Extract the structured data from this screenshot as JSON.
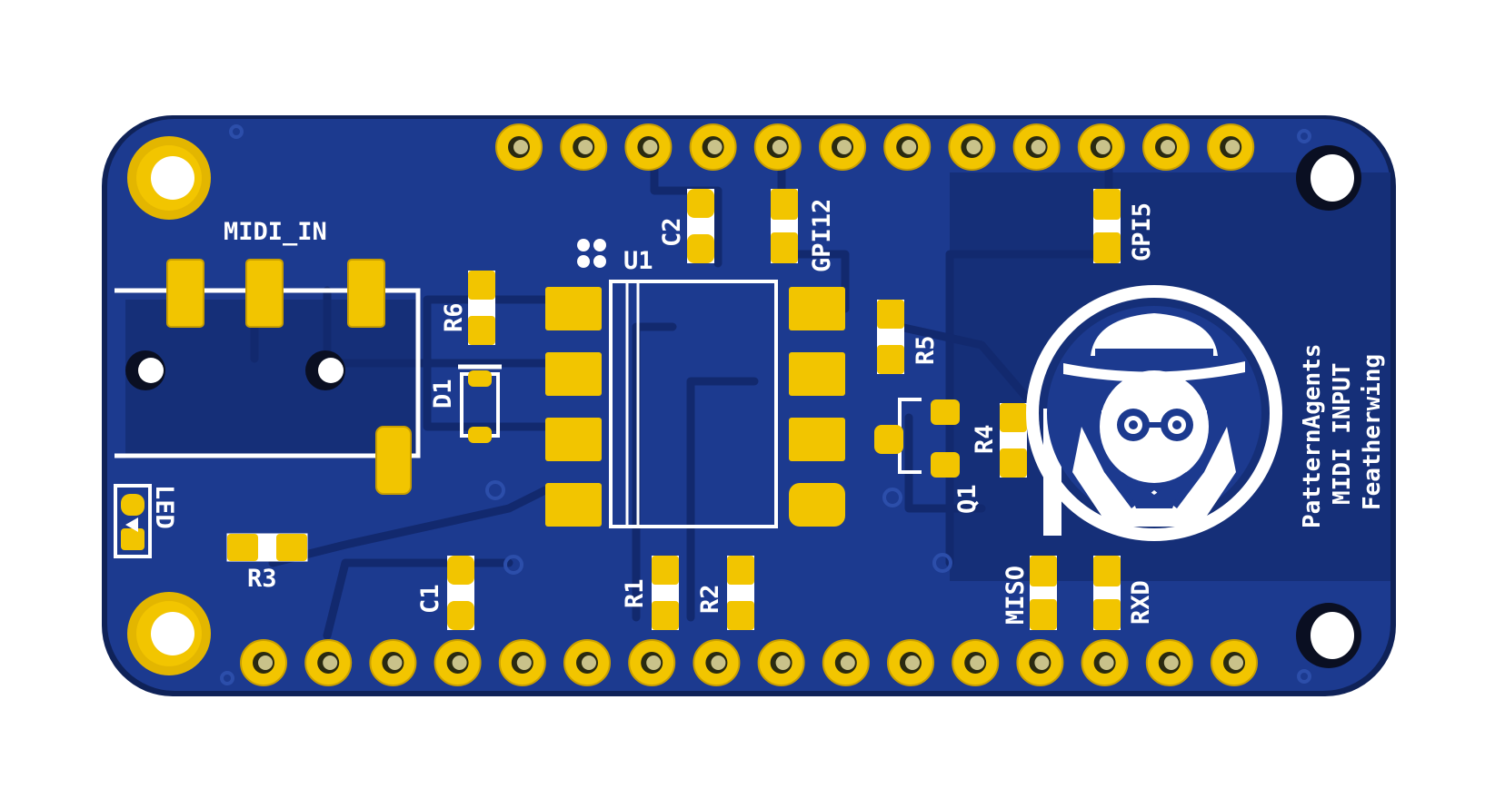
{
  "board": {
    "colors": {
      "substrate": "#1c3a8f",
      "copper_pour": "#152f78",
      "edge": "#0f2258",
      "pad": "#f2c500",
      "pad_dark": "#c99f00",
      "silk": "#ffffff"
    },
    "labels": {
      "midi_in": "MIDI_IN",
      "u1": "U1",
      "c1": "C1",
      "c2": "C2",
      "r1": "R1",
      "r2": "R2",
      "r3": "R3",
      "r4": "R4",
      "r5": "R5",
      "r6": "R6",
      "d1": "D1",
      "q1": "Q1",
      "led": "LED",
      "gpi12": "GPI12",
      "gpi5": "GPI5",
      "miso": "MISO",
      "rxd": "RXD"
    },
    "brand": {
      "line1": "PatternAgents",
      "line2": "MIDI INPUT",
      "line3": "Featherwing"
    },
    "logo_icon": "spy-agent-logo-icon",
    "header_top_count": 12,
    "header_bottom_count": 16
  }
}
